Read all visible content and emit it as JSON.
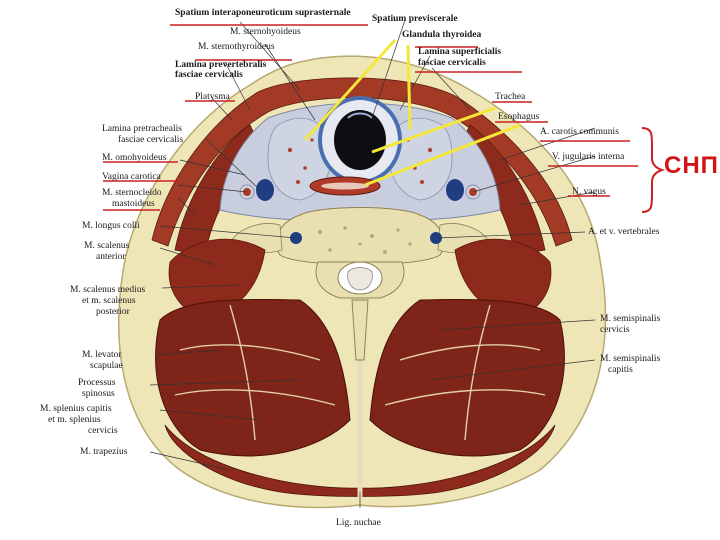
{
  "labels": {
    "spatium_interaponeuroticum": "Spatium interaponeuroticum suprasternale",
    "m_sternohyoideus_top": "M. sternohyoideus",
    "spatium_previscerale": "Spatium previscerale",
    "glandula_thyroidea": "Glandula thyroidea",
    "m_sternothyroideus": "M. sternothyroideus",
    "lamina_superficialis_1": "Lamina superficialis",
    "lamina_superficialis_2": "fasciae cervicalis",
    "lamina_prevertebralis_1": "Lamina prevertebralis",
    "lamina_prevertebralis_2": "fasciae cervicalis",
    "platysma": "Platysma",
    "trachea": "Trachea",
    "esophagus": "Esophagus",
    "lamina_pretrachealis_1": "Lamina pretrachealis",
    "lamina_pretrachealis_2": "fasciae cervicalis",
    "a_carotis": "A. carotis communis",
    "m_omohyoideus": "M. omohyoideus",
    "v_jugularis": "V. jugularis interna",
    "vagina_carotica": "Vagina carotica",
    "m_sternocleido_1": "M. sternocleido",
    "m_sternocleido_2": "mastoideus",
    "n_vagus": "N. vagus",
    "m_longus_colli": "M. longus colli",
    "a_v_vertebrales": "A. et v. vertebrales",
    "m_scalenus_1": "M. scalenus",
    "m_scalenus_2": "anterior",
    "m_scalenus_medius_1": "M. scalenus medius",
    "m_scalenus_medius_2": "et m. scalenus",
    "m_scalenus_medius_3": "posterior",
    "m_semispinalis_cervicis_1": "M. semispinalis",
    "m_semispinalis_cervicis_2": "cervicis",
    "m_levator_1": "M. levator",
    "m_levator_2": "scapulae",
    "m_semispinalis_capitis_1": "M. semispinalis",
    "m_semispinalis_capitis_2": "capitis",
    "processus_1": "Processus",
    "processus_2": "spinosus",
    "m_splenius_1": "M. splenius capitis",
    "m_splenius_2": "et m. splenius",
    "m_splenius_3": "cervicis",
    "m_trapezius": "M. trapezius",
    "lig_nuchae": "Lig. nuchae"
  },
  "annotation": {
    "text": "СНП",
    "color": "#d21414"
  },
  "colors": {
    "muscle": "#8e2a1c",
    "muscle_dark": "#6a1a10",
    "fat": "#efe6b8",
    "fascia": "#c9cede",
    "bone": "#e8e0b0",
    "marker_red": "#cc2020",
    "marker_yellow": "#f5e63a",
    "vessel_blue": "#2a4c8a"
  }
}
